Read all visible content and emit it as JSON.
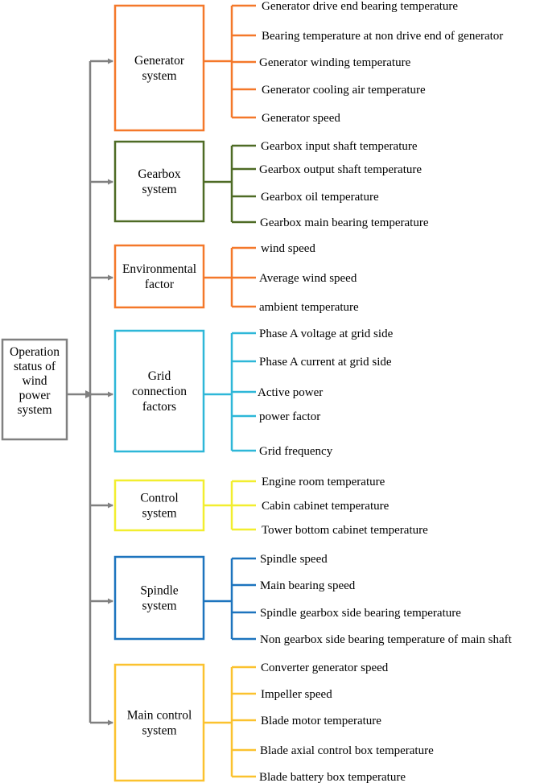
{
  "root": {
    "lines": [
      "Operation",
      "status of",
      "wind",
      "power",
      "system"
    ]
  },
  "connector_color": "#808080",
  "systems": [
    {
      "lines": [
        "Generator",
        "system"
      ],
      "color": "#F4782A",
      "items": [
        "Generator drive end bearing temperature",
        "Bearing temperature at non drive end of generator",
        "Generator winding temperature",
        "Generator cooling air temperature",
        "Generator speed"
      ]
    },
    {
      "lines": [
        "Gearbox",
        "system"
      ],
      "color": "#4E6B25",
      "items": [
        "Gearbox input shaft temperature",
        "Gearbox output shaft temperature",
        "Gearbox oil temperature",
        "Gearbox main bearing temperature"
      ]
    },
    {
      "lines": [
        "Environmental",
        "factor"
      ],
      "color": "#F4782A",
      "items": [
        "wind speed",
        "Average wind speed",
        "ambient temperature"
      ]
    },
    {
      "lines": [
        "Grid",
        "connection",
        "factors"
      ],
      "color": "#2EB7D8",
      "items": [
        "Phase A voltage at grid side",
        "Phase A current at grid side",
        "Active power",
        "power factor",
        "Grid frequency"
      ]
    },
    {
      "lines": [
        "Control",
        "system"
      ],
      "color": "#F2EE2F",
      "items": [
        "Engine room temperature",
        "Cabin cabinet temperature",
        "Tower bottom cabinet temperature"
      ]
    },
    {
      "lines": [
        "Spindle",
        "system"
      ],
      "color": "#1D74BE",
      "items": [
        "Spindle speed",
        "Main bearing speed",
        "Spindle gearbox side bearing temperature",
        "Non gearbox side bearing temperature of main shaft"
      ]
    },
    {
      "lines": [
        "Main control",
        "system"
      ],
      "color": "#FBC22F",
      "items": [
        "Converter generator speed",
        "Impeller speed",
        "Blade motor temperature",
        "Blade axial control box temperature",
        "Blade battery box temperature"
      ]
    }
  ]
}
